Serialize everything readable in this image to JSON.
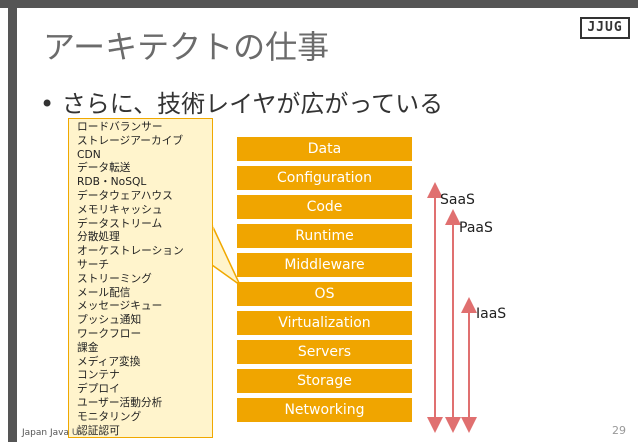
{
  "slide": {
    "title": "アーキテクトの仕事",
    "bullet": "• さらに、技術レイヤが広がっている",
    "logo": "JJUG",
    "footer": "Japan Java U",
    "page_number": "29"
  },
  "callout": {
    "items": [
      "ロードバランサー",
      "ストレージアーカイブ",
      "CDN",
      "データ転送",
      "RDB・NoSQL",
      "データウェアハウス",
      "メモリキャッシュ",
      "データストリーム",
      "分散処理",
      "オーケストレーション",
      "サーチ",
      "ストリーミング",
      "メール配信",
      "メッセージキュー",
      "プッシュ通知",
      "ワークフロー",
      "課金",
      "メディア変換",
      "コンテナ",
      "デプロイ",
      "ユーザー活動分析",
      "モニタリング",
      "認証認可"
    ]
  },
  "stack": {
    "layers": [
      "Data",
      "Configuration",
      "Code",
      "Runtime",
      "Middleware",
      "OS",
      "Virtualization",
      "Servers",
      "Storage",
      "Networking"
    ]
  },
  "service_models": {
    "saas": "SaaS",
    "paas": "PaaS",
    "iaas": "IaaS"
  },
  "colors": {
    "layer_fill": "#f0a500",
    "callout_fill": "#fff4cc",
    "arrow": "#e07070"
  }
}
